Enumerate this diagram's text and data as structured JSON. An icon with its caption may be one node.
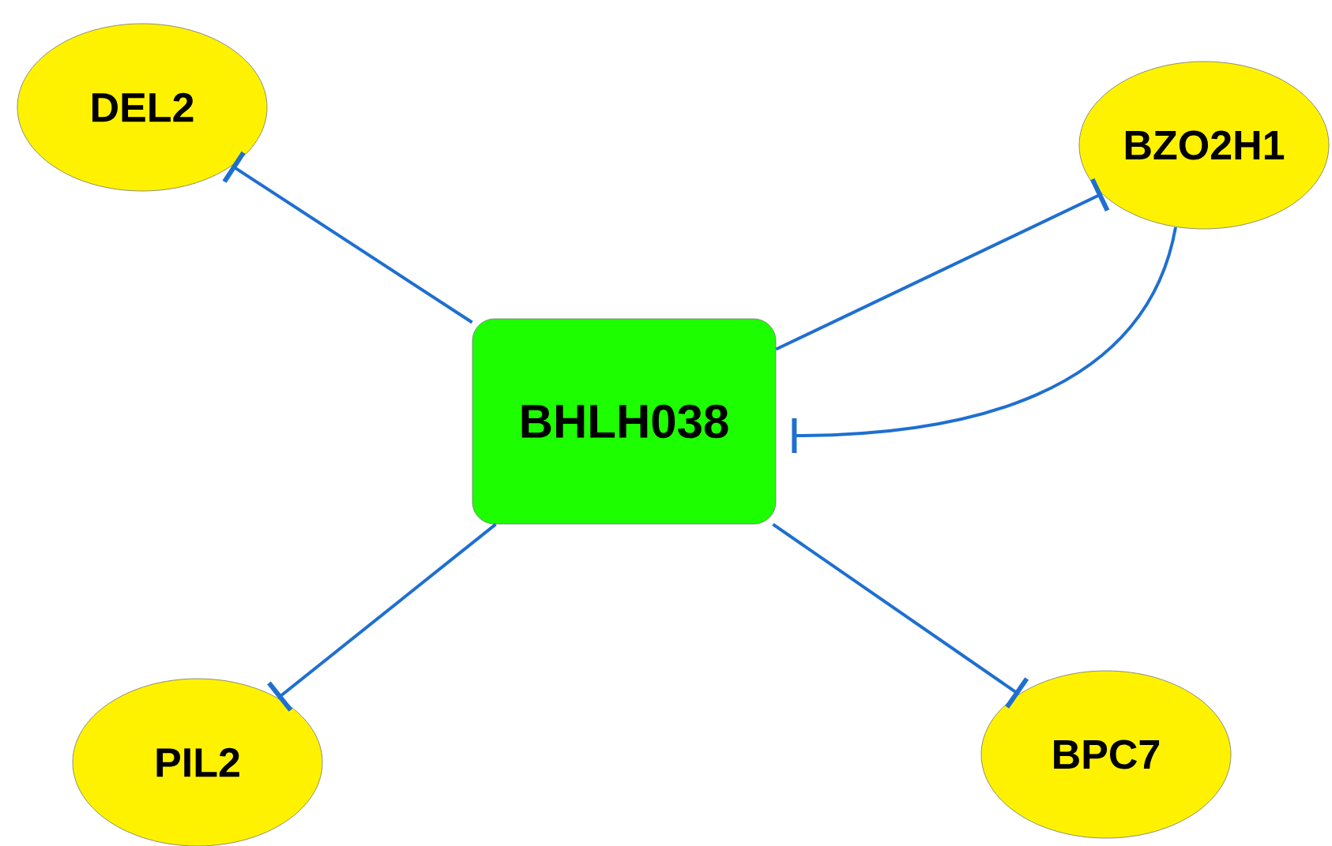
{
  "diagram": {
    "nodes": [
      {
        "text": [
          "BHLH038"
        ]
      },
      {
        "text": [
          "DEL2"
        ]
      },
      {
        "text": [
          "BZO2H1"
        ]
      },
      {
        "text": [
          "PIL2"
        ]
      },
      {
        "text": [
          "BPC7"
        ]
      }
    ],
    "edges": [
      {
        "from": 0,
        "to": 1,
        "arrow": "other"
      },
      {
        "from": 0,
        "to": 2,
        "arrow": "other"
      },
      {
        "from": 2,
        "to": 0,
        "arrow": "other"
      },
      {
        "from": 0,
        "to": 3,
        "arrow": "other"
      },
      {
        "from": 0,
        "to": 4,
        "arrow": "other"
      }
    ]
  }
}
